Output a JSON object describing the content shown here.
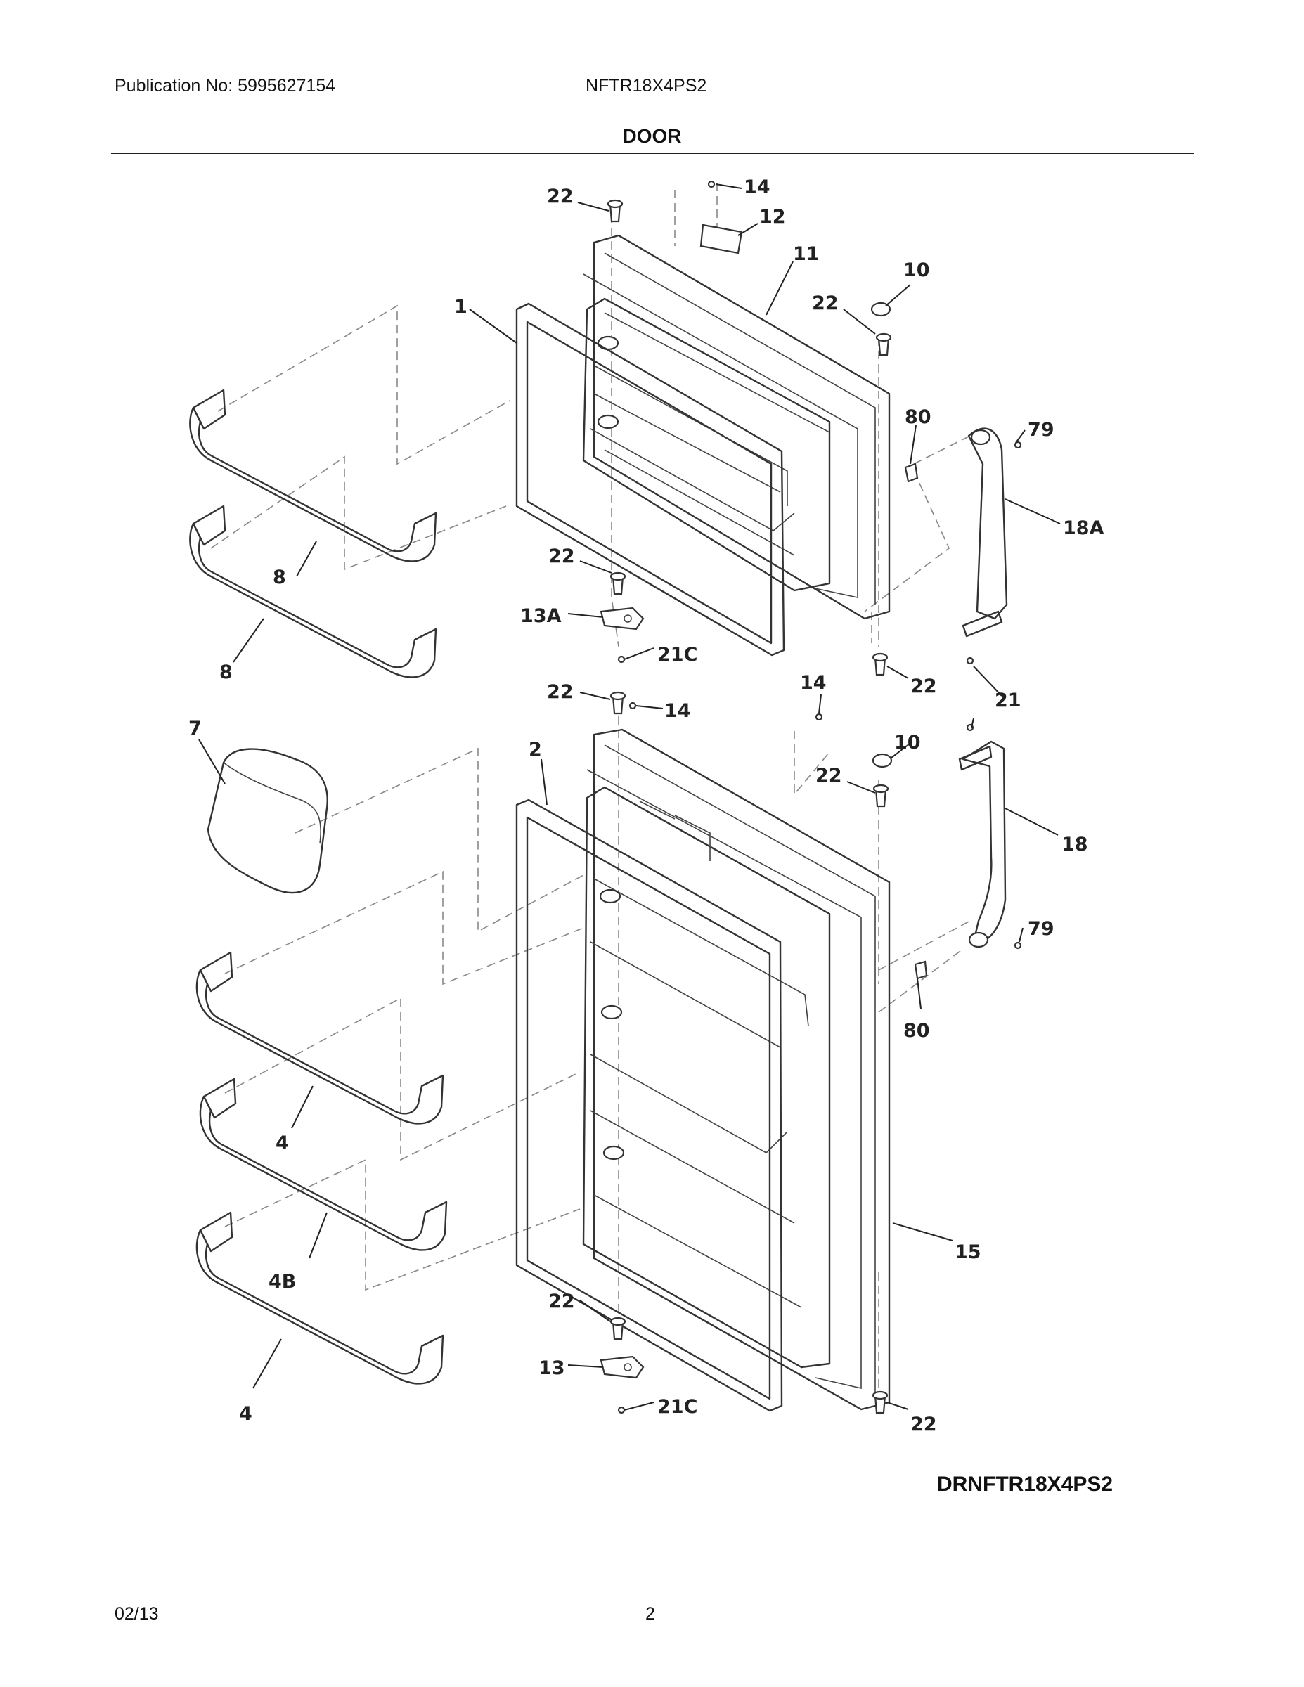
{
  "header": {
    "publication": "Publication No: 5995627154",
    "model": "NFTR18X4PS2"
  },
  "title": "DOOR",
  "callouts": {
    "c1": "1",
    "c2": "2",
    "c4a": "4",
    "c4b": "4",
    "c4B": "4B",
    "c7": "7",
    "c8a": "8",
    "c8b": "8",
    "c10a": "10",
    "c10b": "10",
    "c11": "11",
    "c12": "12",
    "c13": "13",
    "c13A": "13A",
    "c14a": "14",
    "c14b": "14",
    "c14c": "14",
    "c15": "15",
    "c18": "18",
    "c18A": "18A",
    "c21": "21",
    "c21Ca": "21C",
    "c21Cb": "21C",
    "c22a": "22",
    "c22b": "22",
    "c22c": "22",
    "c22d": "22",
    "c22e": "22",
    "c22f": "22",
    "c22g": "22",
    "c22h": "22",
    "c79a": "79",
    "c79b": "79",
    "c80a": "80",
    "c80b": "80"
  },
  "footer": {
    "drawing_code": "DRNFTR18X4PS2",
    "date": "02/13",
    "page": "2"
  }
}
